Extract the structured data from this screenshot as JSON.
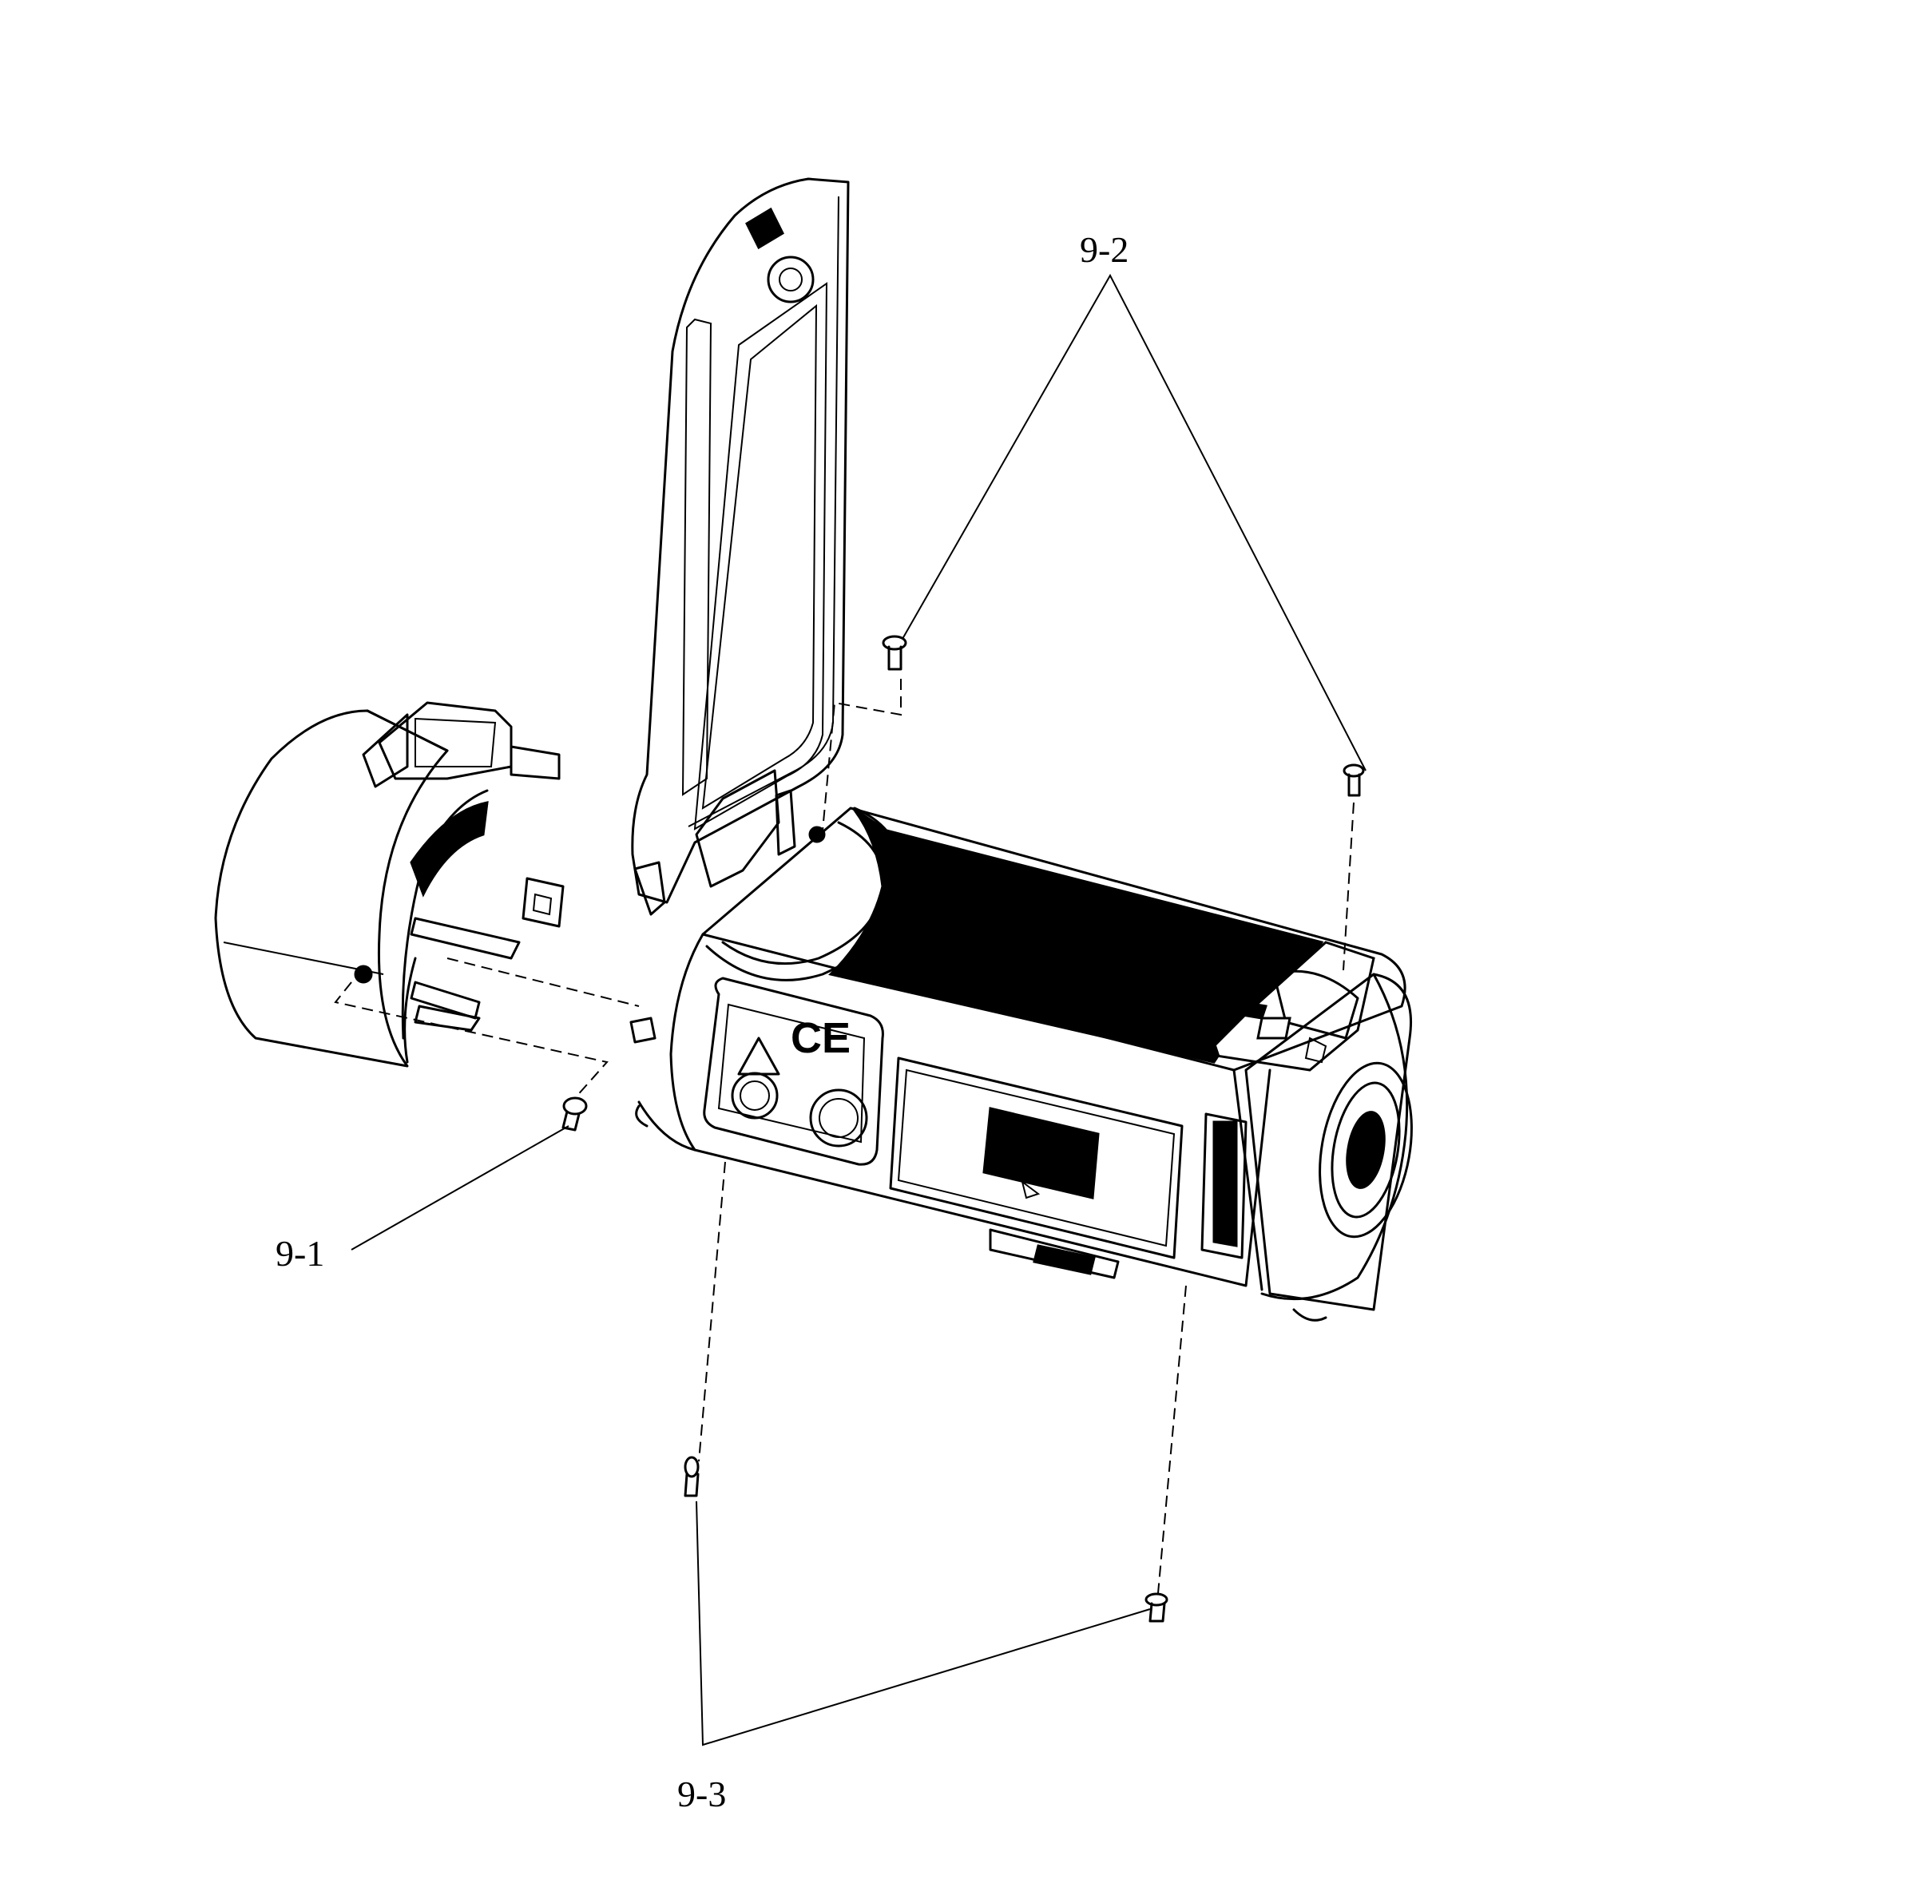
{
  "diagram": {
    "callouts": [
      {
        "id": "9-1",
        "label": "9-1"
      },
      {
        "id": "9-2",
        "label": "9-2"
      },
      {
        "id": "9-3",
        "label": "9-3"
      }
    ],
    "logos": {
      "ce_mark": "CE"
    }
  }
}
